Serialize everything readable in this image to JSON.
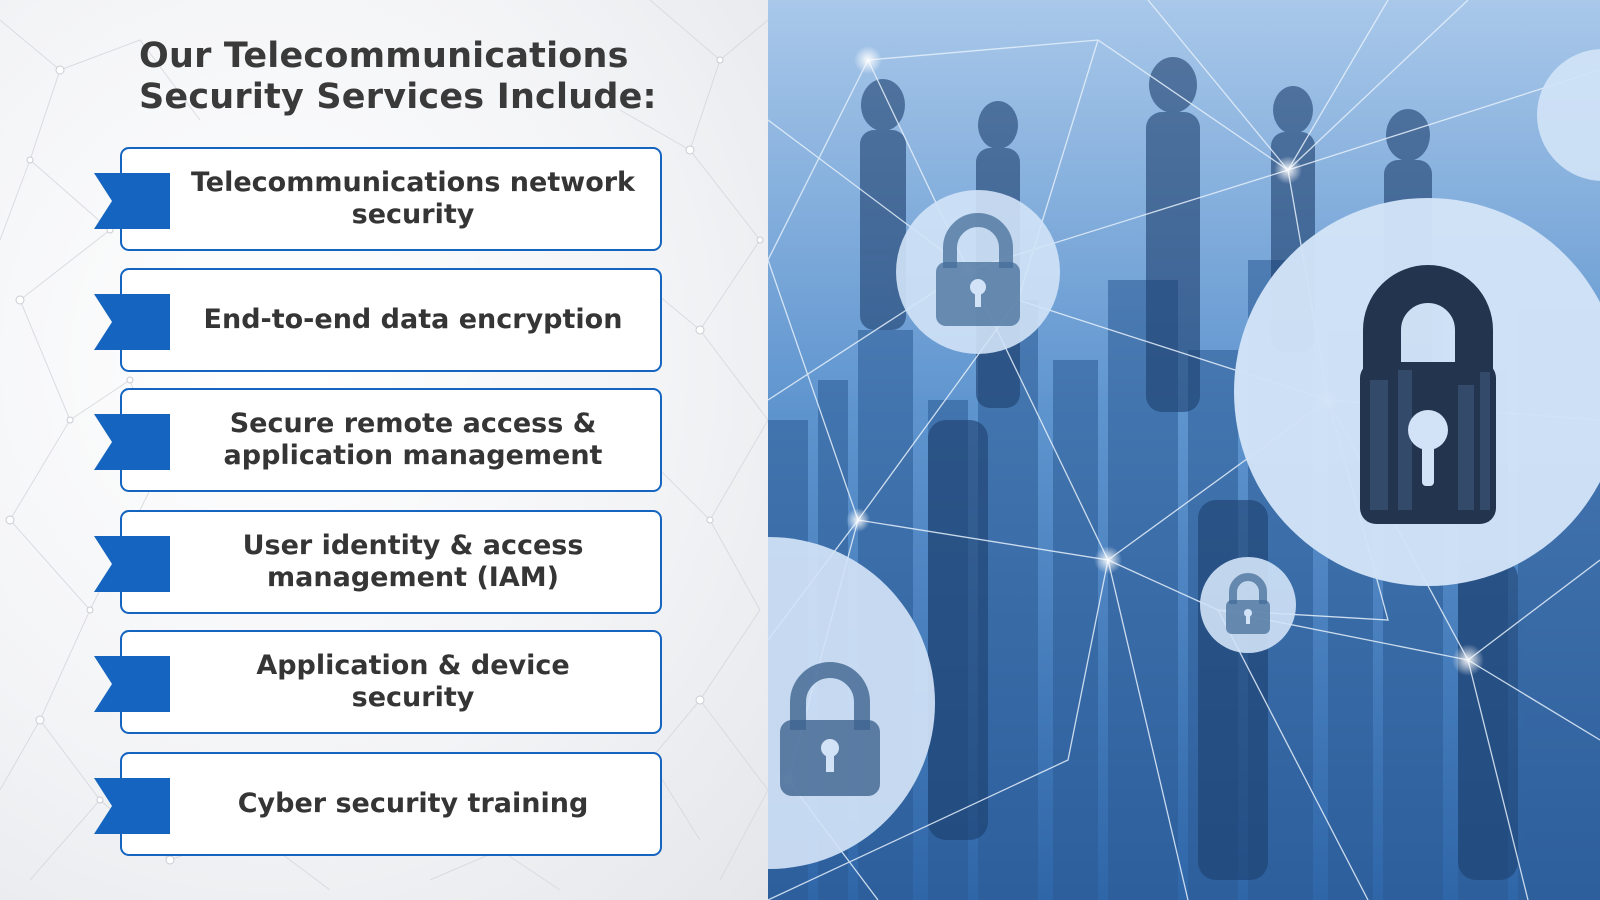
{
  "heading": {
    "line1": "Our Telecommunications",
    "line2": "Security Services Include:"
  },
  "services": [
    {
      "line1": "Telecommunications network",
      "line2": "security"
    },
    {
      "line1": "End-to-end data encryption",
      "line2": ""
    },
    {
      "line1": "Secure remote access &",
      "line2": "application management"
    },
    {
      "line1": "User identity & access",
      "line2": "management (IAM)"
    },
    {
      "line1": "Application & device",
      "line2": "security"
    },
    {
      "line1": "Cyber security training",
      "line2": ""
    }
  ],
  "colors": {
    "accent_blue": "#1565c0",
    "text_dark": "#353535",
    "lock_circle": "#d2e3f7",
    "lock_body": "#23344e"
  },
  "illustration": {
    "icons": [
      "padlock-icon",
      "padlock-icon",
      "padlock-icon",
      "padlock-icon",
      "padlock-icon"
    ]
  }
}
